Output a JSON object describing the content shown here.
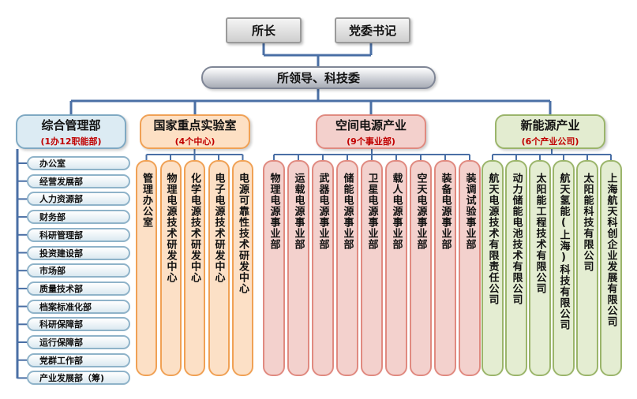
{
  "top": {
    "director": "所长",
    "party_secretary": "党委书记"
  },
  "leadership": "所领导、科技委",
  "groups": [
    {
      "title": "综合管理部",
      "subtitle": "(1办12职能部)"
    },
    {
      "title": "国家重点实验室",
      "subtitle": "(4个中心)"
    },
    {
      "title": "空间电源产业",
      "subtitle": "(9个事业部)"
    },
    {
      "title": "新能源产业",
      "subtitle": "(6个产业公司)"
    }
  ],
  "admin_items": [
    "办公室",
    "经营发展部",
    "人力资源部",
    "财务部",
    "科研管理部",
    "投资建设部",
    "市场部",
    "质量技术部",
    "档案标准化部",
    "科研保障部",
    "运行保障部",
    "党群工作部",
    "产业发展部（筹)"
  ],
  "lab_items": [
    "管理办公室",
    "物理电源技术研发中心",
    "化学电源技术研发中心",
    "电子电源技术研发中心",
    "电源可靠性技术研发中心"
  ],
  "space_items": [
    "物理电源事业部",
    "运载电源事业部",
    "武器电源事业部",
    "储能电源事业部",
    "卫星电源事业部",
    "载人电源事业部",
    "空天电源事业部",
    "装备电源事业部",
    "装调试验事业部"
  ],
  "energy_items": [
    "航天电源技术有限责任公司",
    "动力储能电池技术有限公司",
    "太阳能工程技术有限公司",
    "航天氢能(上海)科技有限公司",
    "太阳能科技有限公司",
    "上海航天科创企业发展有限公司"
  ]
}
